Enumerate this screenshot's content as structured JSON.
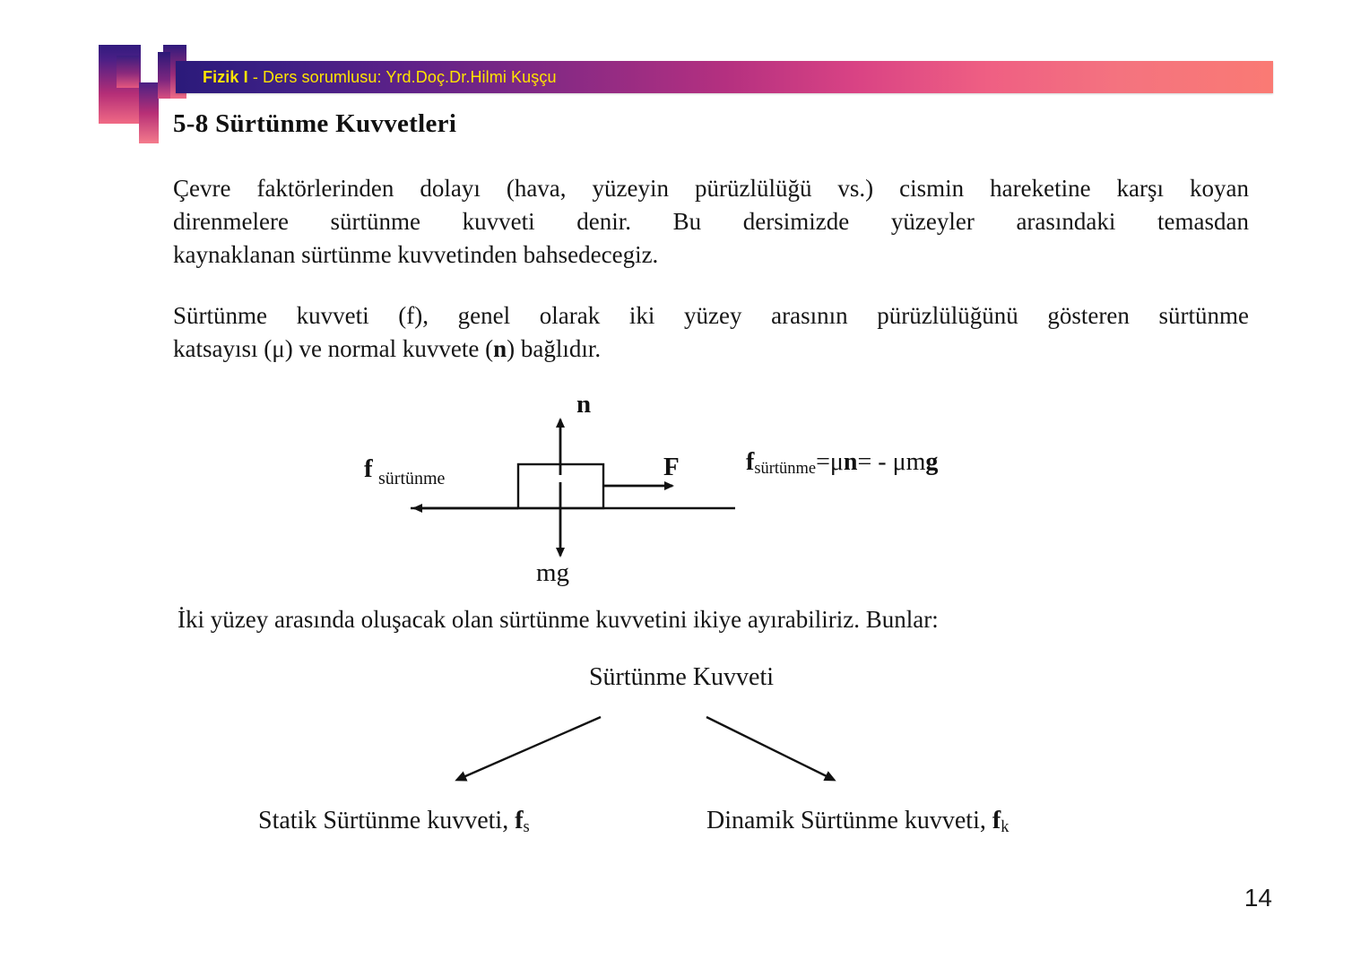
{
  "header": {
    "course_label": "Fizik I",
    "instructor_text": " - Ders sorumlusu: Yrd.Doç.Dr.Hilmi Kuşçu",
    "accent_text_color": "#ffe400",
    "bar_gradient_start": "#2b1a7a",
    "bar_gradient_end": "#fa7a74"
  },
  "slide": {
    "heading": "5-8 Sürtünme Kuvvetleri",
    "paragraph1_line1": "Çevre faktörlerinden dolayı (hava, yüzeyin pürüzlülüğü vs.) cismin hareketine karşı koyan",
    "paragraph1_line2": "direnmelere   sürtünme   kuvveti   denir.     Bu   dersimizde   yüzeyler   arasındaki   temasdan",
    "paragraph1_line3": "kaynaklanan sürtünme kuvvetinden bahsedecegiz.",
    "paragraph2_line1": "Sürtünme  kuvveti  (f),  genel  olarak  iki  yüzey  arasının  pürüzlülüğünü  gösteren  sürtünme",
    "paragraph2_line2_a": "katsayısı (μ) ve normal kuvvete (",
    "paragraph2_line2_b": "n",
    "paragraph2_line2_c": ") bağlıdır.",
    "mid_sentence": "İki yüzey arasında oluşacak olan sürtünme kuvvetini ikiye ayırabiliriz.  Bunlar:",
    "page_number": "14"
  },
  "diagram": {
    "label_normal": "n",
    "label_weight": "mg",
    "label_applied": "F",
    "label_friction_main": "f",
    "label_friction_sub": "sürtünme",
    "formula_f": "f",
    "formula_f_sub": "sürtünme",
    "formula_rest_1": "=μ",
    "formula_n": "n",
    "formula_rest_2": "= - μm",
    "formula_g": "g"
  },
  "tree": {
    "root": "Sürtünme Kuvveti",
    "left_label": "Statik Sürtünme kuvveti, ",
    "left_symbol": "f",
    "left_symbol_sub": "s",
    "right_label": "Dinamik Sürtünme kuvveti, ",
    "right_symbol": "f",
    "right_symbol_sub": "k"
  }
}
